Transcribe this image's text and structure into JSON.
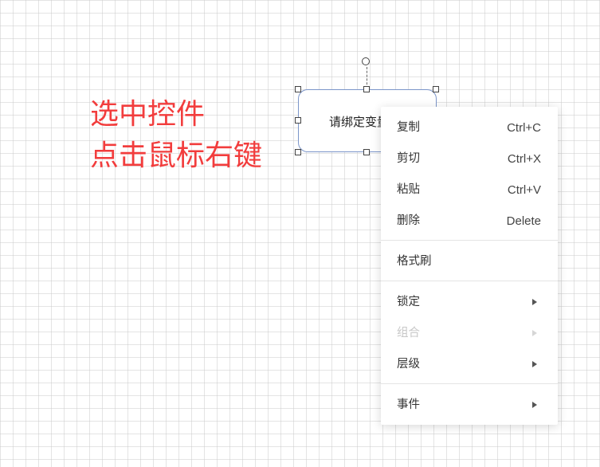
{
  "annotation": {
    "line1": "选中控件",
    "line2": "点击鼠标右键"
  },
  "control": {
    "text": "请绑定变量"
  },
  "context_menu": {
    "items": [
      {
        "label": "复制",
        "shortcut": "Ctrl+C"
      },
      {
        "label": "剪切",
        "shortcut": "Ctrl+X"
      },
      {
        "label": "粘贴",
        "shortcut": "Ctrl+V"
      },
      {
        "label": "删除",
        "shortcut": "Delete"
      },
      {
        "label": "格式刷"
      },
      {
        "label": "锁定",
        "icon": "chevron-right-icon"
      },
      {
        "label": "组合",
        "icon": "chevron-right-icon",
        "disabled": true
      },
      {
        "label": "层级",
        "icon": "chevron-right-icon"
      },
      {
        "label": "事件",
        "icon": "chevron-right-icon"
      }
    ]
  },
  "colors": {
    "annotation": "#f23d3d",
    "selection_border": "#7b95c9",
    "disabled_text": "#c8c8c8"
  }
}
